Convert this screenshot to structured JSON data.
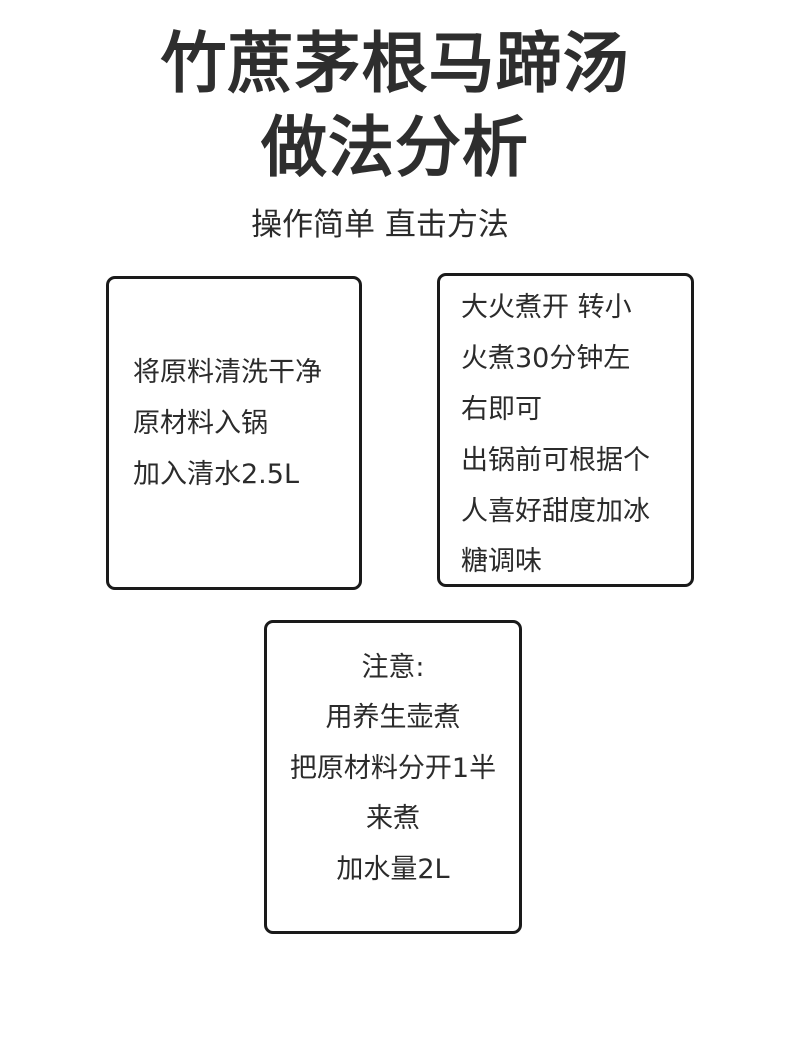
{
  "title": {
    "line1": "竹蔗茅根马蹄汤",
    "line2": "做法分析"
  },
  "subtitle": "操作简单 直击方法",
  "cards": [
    {
      "lines": [
        "将原料清洗干净",
        "原材料入锅",
        "加入清水2.5L"
      ]
    },
    {
      "lines": [
        "大火煮开 转小",
        "火煮30分钟左",
        "右即可",
        "出锅前可根据个",
        "人喜好甜度加冰",
        "糖调味"
      ]
    },
    {
      "lines": [
        "注意:",
        "用养生壶煮",
        "把原材料分开1半",
        "来煮",
        "加水量2L"
      ]
    }
  ]
}
